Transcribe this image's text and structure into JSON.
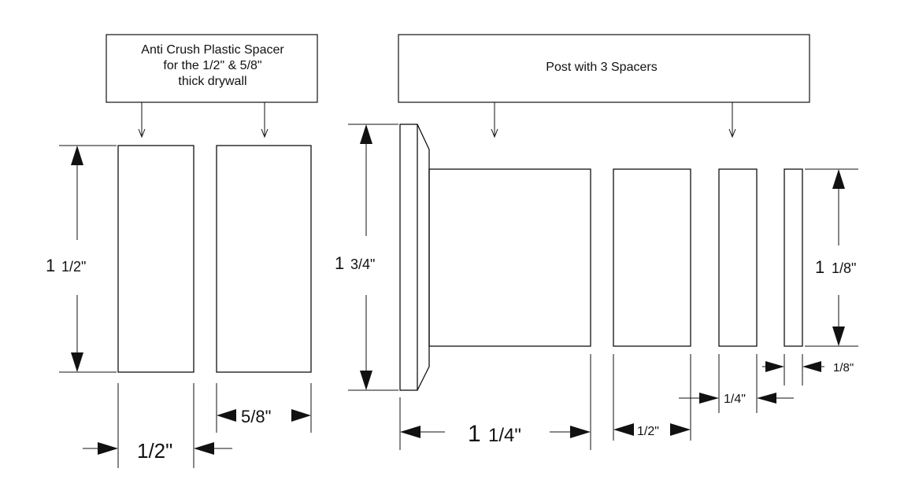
{
  "callouts": {
    "left_line1": "Anti Crush Plastic Spacer",
    "left_line2": "for the 1/2\" & 5/8\"",
    "left_line3": "thick drywall",
    "right": "Post with 3 Spacers"
  },
  "dims": {
    "left_height_whole": "1",
    "left_height_frac": "1/2\"",
    "post_height_whole": "1",
    "post_height_frac": "3/4\"",
    "spacer_height_whole": "1",
    "spacer_height_frac": "1/8\"",
    "spacer_half": "1/2\"",
    "spacer_five_eighths": "5/8\"",
    "post_length_whole": "1",
    "post_length_frac": "1/4\"",
    "spacer2_half": "1/2\"",
    "spacer3_quarter": "1/4\"",
    "spacer4_eighth": "1/8\""
  }
}
